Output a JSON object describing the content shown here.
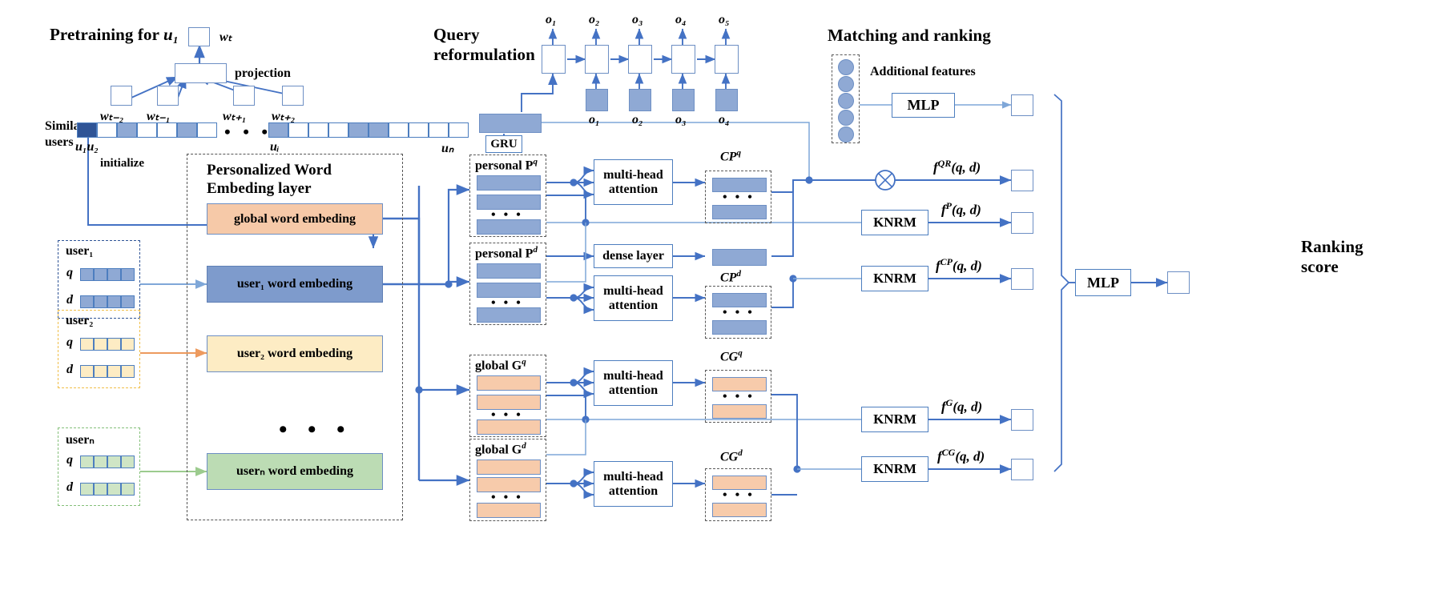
{
  "sections": {
    "pretraining_title": "Pretraining for",
    "pretraining_title_sub": "u₁",
    "query_reformulation_title_l1": "Query",
    "query_reformulation_title_l2": "reformulation",
    "matching_title": "Matching and ranking"
  },
  "pretraining": {
    "wt_label": "wₜ",
    "projection_label": "projection",
    "context_words": [
      "wₜ₋₂",
      "wₜ₋₁",
      "wₜ₊₁",
      "wₜ₊₂"
    ],
    "similar_users_l1": "Similar",
    "similar_users_l2": "users",
    "user_ticks": [
      "u₁u₂",
      "uᵢ",
      "uₙ"
    ],
    "ellipsis": "• • •",
    "initialize_label": "initialize"
  },
  "embedding_layer": {
    "title_l1": "Personalized Word",
    "title_l2": "Embeding layer",
    "global_embedding": "global word embeding",
    "rows": [
      {
        "name": "user₁ word embeding",
        "color": "#7e9bcc"
      },
      {
        "name": "user₂ word embeding",
        "color": "#fdecc4"
      },
      {
        "name": "userₙ word embeding",
        "color": "#bcdcb4"
      }
    ],
    "ellipsis": "• • •"
  },
  "users": [
    {
      "label": "user₁",
      "q": "q",
      "d": "d",
      "cells": 4,
      "frame_color": "#2f5496",
      "cell_fill": "#8fa9d4"
    },
    {
      "label": "user₂",
      "q": "q",
      "d": "d",
      "cells": 4,
      "frame_color": "#f0bf4a",
      "cell_fill": "#fdecc4"
    },
    {
      "label": "userₙ",
      "q": "q",
      "d": "d",
      "cells": 4,
      "frame_color": "#85c07a",
      "cell_fill": "#cfe5c5"
    }
  ],
  "query_reformulation": {
    "gru_label": "GRU",
    "outputs_top": [
      "o₁",
      "o₂",
      "o₃",
      "o₄",
      "o₅"
    ],
    "inputs_bottom": [
      "o₁",
      "o₂",
      "o₃",
      "o₄"
    ]
  },
  "representations": [
    {
      "id": "personal-pq",
      "label": "personal P",
      "sup": "q",
      "color": "blue"
    },
    {
      "id": "personal-pd",
      "label": "personal P",
      "sup": "d",
      "color": "blue"
    },
    {
      "id": "global-gq",
      "label": "global G",
      "sup": "q",
      "color": "orange"
    },
    {
      "id": "global-gd",
      "label": "global G",
      "sup": "d",
      "color": "orange"
    }
  ],
  "modules": {
    "multi_head_l1": "multi-head",
    "multi_head_l2": "attention",
    "dense_layer": "dense layer",
    "knrm": "KNRM",
    "mlp": "MLP"
  },
  "context_groups": [
    {
      "id": "cpq",
      "label": "CP",
      "sup": "q",
      "color": "blue"
    },
    {
      "id": "cpd",
      "label": "CP",
      "sup": "d",
      "color": "blue"
    },
    {
      "id": "cgq",
      "label": "CG",
      "sup": "q",
      "color": "orange"
    },
    {
      "id": "cgd",
      "label": "CG",
      "sup": "d",
      "color": "orange"
    }
  ],
  "matching": {
    "additional_features_label": "Additional features",
    "additional_features_count": 5,
    "mlp_label": "MLP",
    "score_functions": [
      {
        "f": "f",
        "sup": "QR",
        "args": "(q, d)"
      },
      {
        "f": "f",
        "sup": "P",
        "args": "(q, d)"
      },
      {
        "f": "f",
        "sup": "CP",
        "args": "(q, d)"
      },
      {
        "f": "f",
        "sup": "G",
        "args": "(q, d)"
      },
      {
        "f": "f",
        "sup": "CG",
        "args": "(q, d)"
      }
    ],
    "final_mlp": "MLP",
    "ranking_score_l1": "Ranking",
    "ranking_score_l2": "score"
  },
  "colors": {
    "line": "#4472c4",
    "line_light": "#9dc3e6",
    "blue_fill": "#8fa9d4",
    "orange_fill": "#f7cbab",
    "deep_blue": "#2f5496",
    "box_border": "#4d7ebf"
  }
}
